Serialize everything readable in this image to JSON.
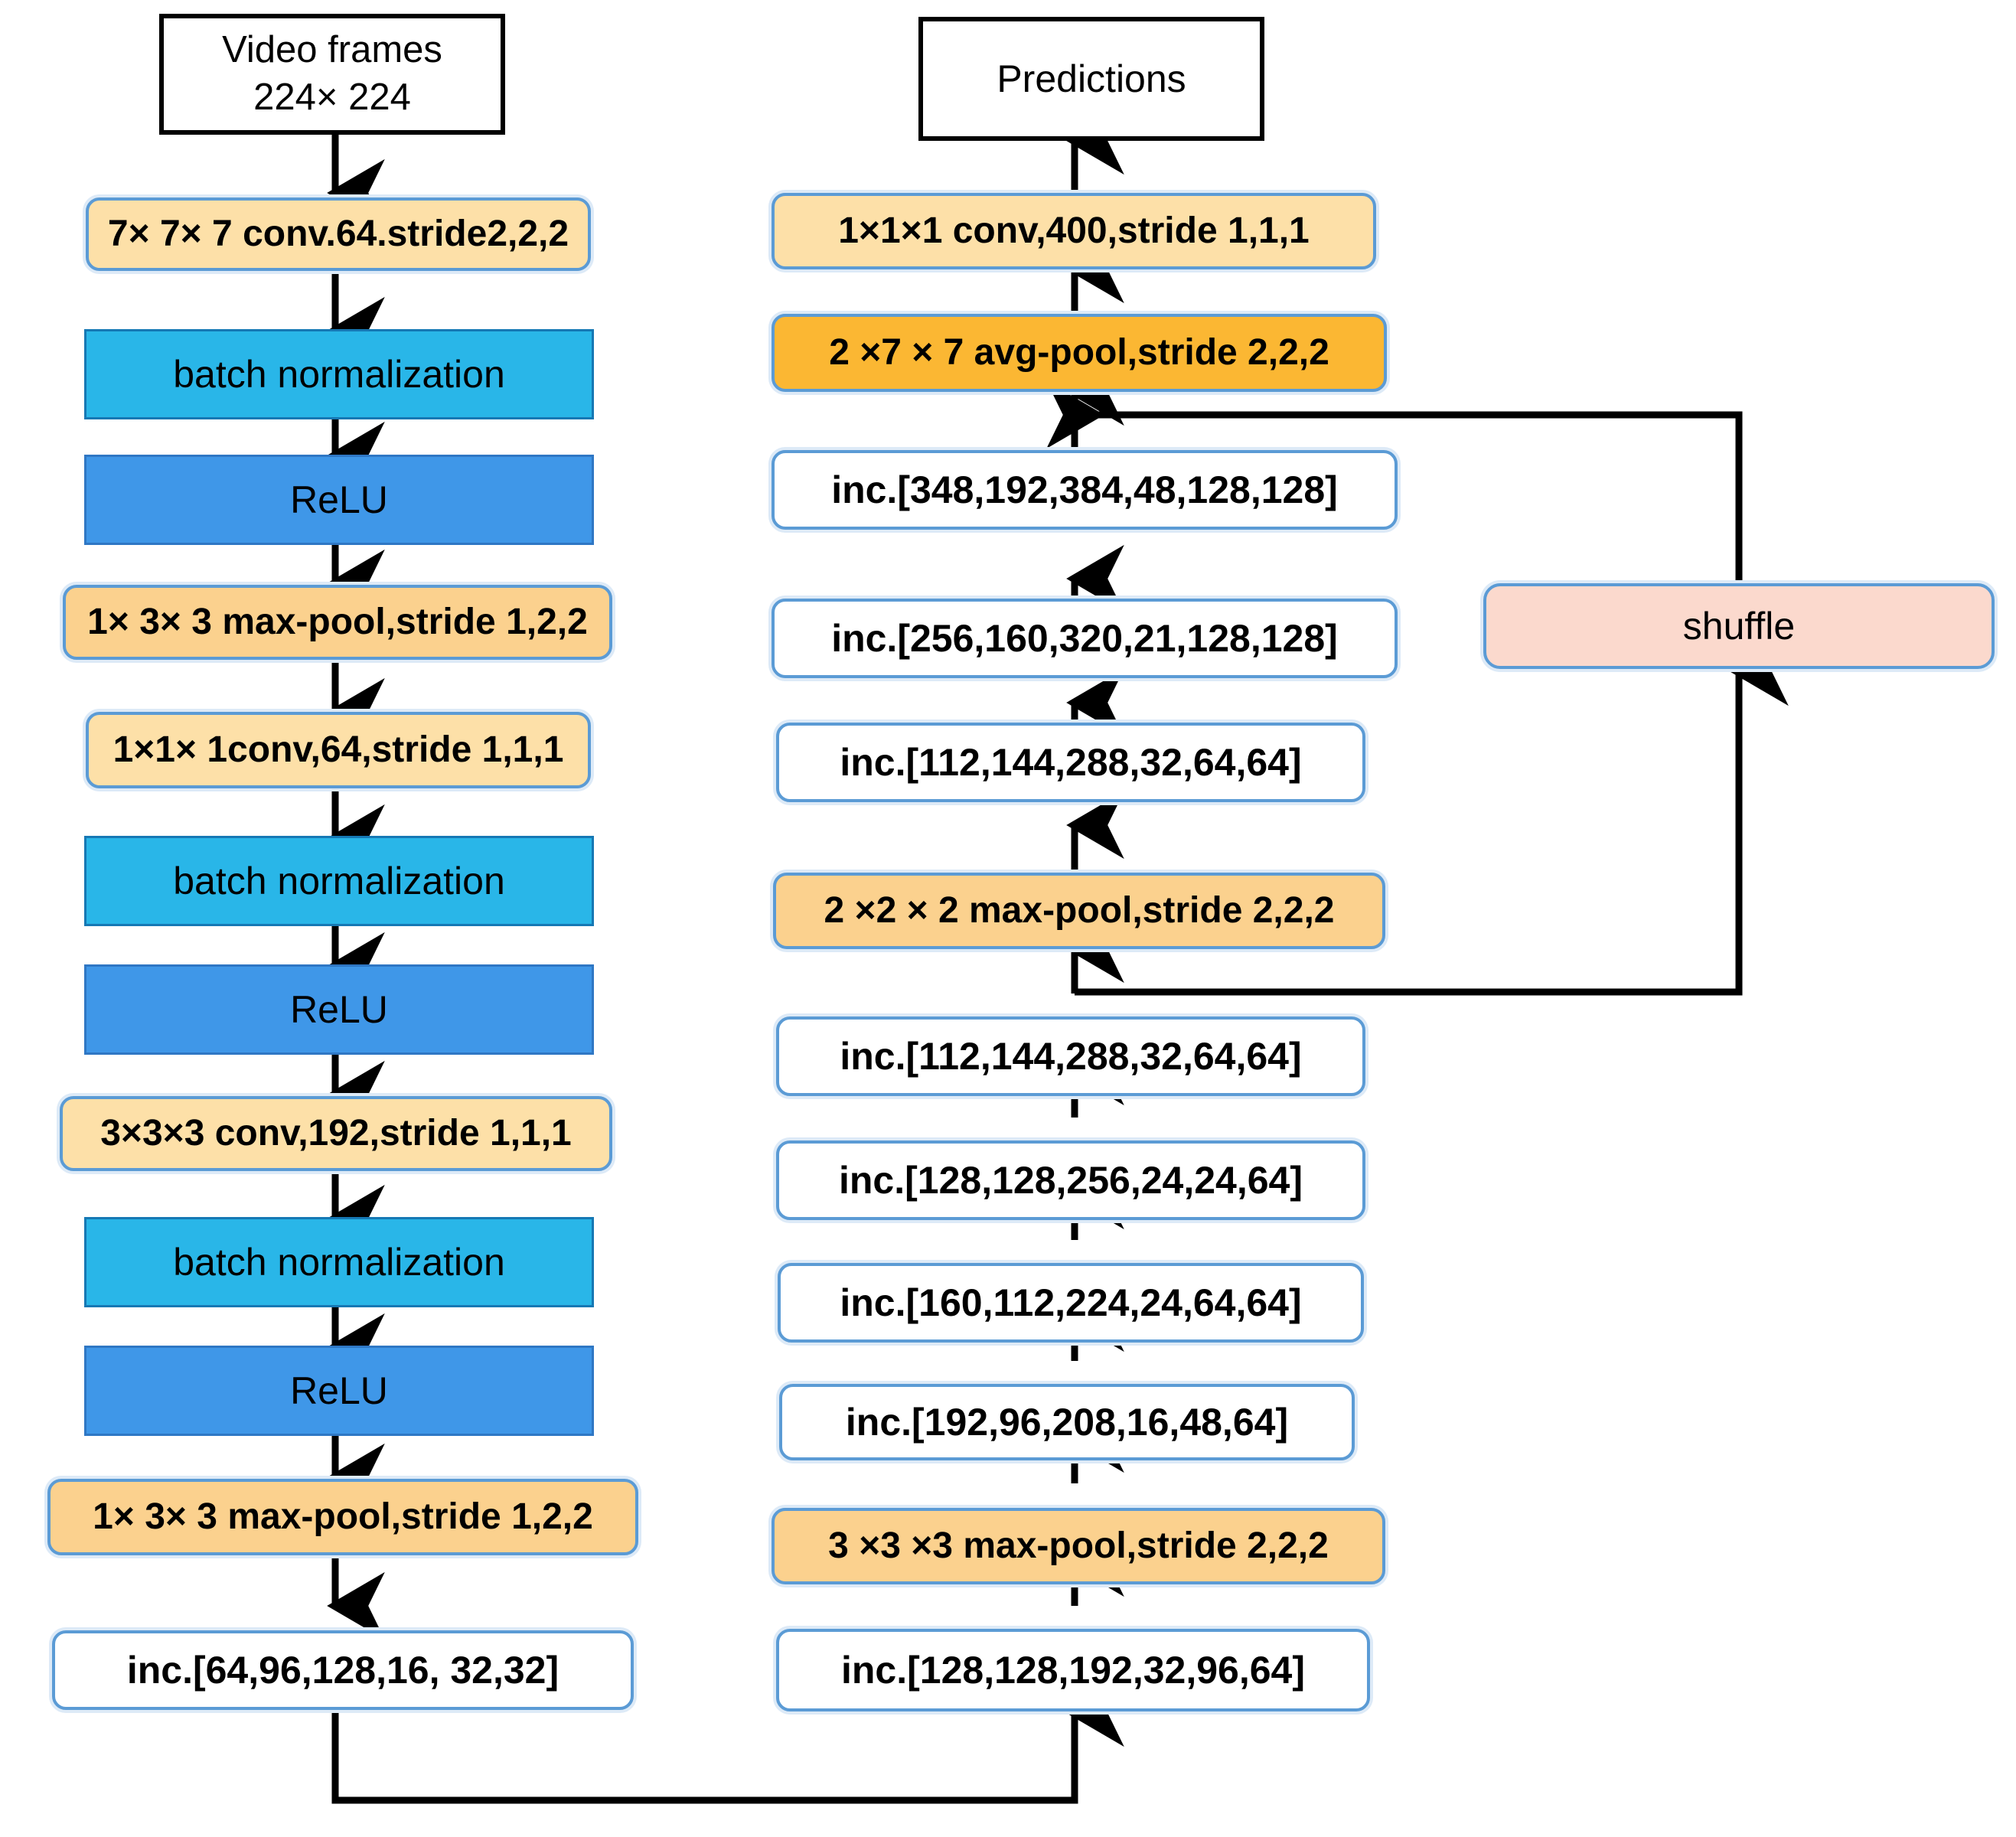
{
  "diagram": {
    "title": "I3D-style two-stream network architecture with shuffle branch",
    "colors": {
      "conv_fill": "#fde0a8",
      "pool_fill": "#fbd18e",
      "avgpool_fill": "#fbb733",
      "batchnorm_fill": "#29b6e8",
      "relu_fill": "#3f97e8",
      "inception_fill": "#ffffff",
      "shuffle_fill": "#fbd9cd",
      "node_border": "#5b9bd5",
      "io_border": "#000000",
      "arrow": "#000000"
    },
    "left_column": [
      {
        "id": "video-frames",
        "type": "io",
        "label": "Video frames\n224× 224",
        "line1": "Video frames",
        "line2": "224× 224"
      },
      {
        "id": "conv7",
        "type": "conv",
        "label": "7× 7× 7 conv.64.stride2,2,2"
      },
      {
        "id": "bn1",
        "type": "bn",
        "label": "batch normalization"
      },
      {
        "id": "relu1",
        "type": "relu",
        "label": "ReLU"
      },
      {
        "id": "maxpool1",
        "type": "pool",
        "label": "1× 3× 3 max-pool,stride 1,2,2"
      },
      {
        "id": "conv1x1",
        "type": "conv",
        "label": "1×1× 1conv,64,stride 1,1,1"
      },
      {
        "id": "bn2",
        "type": "bn",
        "label": "batch normalization"
      },
      {
        "id": "relu2",
        "type": "relu",
        "label": "ReLU"
      },
      {
        "id": "conv3",
        "type": "conv",
        "label": "3×3×3 conv,192,stride 1,1,1"
      },
      {
        "id": "bn3",
        "type": "bn",
        "label": "batch normalization"
      },
      {
        "id": "relu3",
        "type": "relu",
        "label": "ReLU"
      },
      {
        "id": "maxpool2",
        "type": "pool",
        "label": "1× 3× 3 max-pool,stride 1,2,2"
      },
      {
        "id": "inc-a",
        "type": "inception",
        "label": "inc.[64,96,128,16,  32,32]"
      }
    ],
    "right_column": [
      {
        "id": "predictions",
        "type": "io",
        "label": "Predictions"
      },
      {
        "id": "conv400",
        "type": "conv",
        "label": "1×1×1  conv,400,stride 1,1,1"
      },
      {
        "id": "avgpool",
        "type": "avgpool",
        "label": "2 ×7 × 7 avg-pool,stride 2,2,2"
      },
      {
        "id": "inc-h",
        "type": "inception",
        "label": "inc.[348,192,384,48,128,128]"
      },
      {
        "id": "inc-g",
        "type": "inception",
        "label": "inc.[256,160,320,21,128,128]"
      },
      {
        "id": "inc-f",
        "type": "inception",
        "label": "inc.[112,144,288,32,64,64]"
      },
      {
        "id": "maxpool3",
        "type": "pool",
        "label": "2 ×2 × 2 max-pool,stride 2,2,2"
      },
      {
        "id": "inc-e",
        "type": "inception",
        "label": "inc.[112,144,288,32,64,64]"
      },
      {
        "id": "inc-d",
        "type": "inception",
        "label": "inc.[128,128,256,24,24,64]"
      },
      {
        "id": "inc-c",
        "type": "inception",
        "label": "inc.[160,112,224,24,64,64]"
      },
      {
        "id": "inc-b2",
        "type": "inception",
        "label": "inc.[192,96,208,16,48,64]"
      },
      {
        "id": "maxpool4",
        "type": "pool",
        "label": "3 ×3 ×3 max-pool,stride 2,2,2"
      },
      {
        "id": "inc-b",
        "type": "inception",
        "label": "inc.[128,128,192,32,96,64]"
      }
    ],
    "side_branch": [
      {
        "id": "shuffle",
        "type": "shuffle",
        "label": "shuffle"
      }
    ],
    "connections": [
      {
        "from": "video-frames",
        "to": "conv7"
      },
      {
        "from": "conv7",
        "to": "bn1"
      },
      {
        "from": "bn1",
        "to": "relu1"
      },
      {
        "from": "relu1",
        "to": "maxpool1"
      },
      {
        "from": "maxpool1",
        "to": "conv1x1"
      },
      {
        "from": "conv1x1",
        "to": "bn2"
      },
      {
        "from": "bn2",
        "to": "relu2"
      },
      {
        "from": "relu2",
        "to": "conv3"
      },
      {
        "from": "conv3",
        "to": "bn3"
      },
      {
        "from": "bn3",
        "to": "relu3"
      },
      {
        "from": "relu3",
        "to": "maxpool2"
      },
      {
        "from": "maxpool2",
        "to": "inc-a"
      },
      {
        "from": "inc-a",
        "to": "inc-b",
        "routing": "bottom-loop"
      },
      {
        "from": "inc-b",
        "to": "maxpool4"
      },
      {
        "from": "maxpool4",
        "to": "inc-b2"
      },
      {
        "from": "inc-b2",
        "to": "inc-c"
      },
      {
        "from": "inc-c",
        "to": "inc-d"
      },
      {
        "from": "inc-d",
        "to": "inc-e"
      },
      {
        "from": "inc-e",
        "to": "maxpool3"
      },
      {
        "from": "maxpool3",
        "to": "inc-f"
      },
      {
        "from": "inc-f",
        "to": "inc-g"
      },
      {
        "from": "inc-g",
        "to": "inc-h"
      },
      {
        "from": "inc-h",
        "to": "avgpool"
      },
      {
        "from": "avgpool",
        "to": "conv400"
      },
      {
        "from": "conv400",
        "to": "predictions"
      },
      {
        "from": "inc-e",
        "to": "shuffle",
        "routing": "right-branch-in"
      },
      {
        "from": "shuffle",
        "to": "avgpool",
        "routing": "right-branch-out"
      }
    ]
  }
}
